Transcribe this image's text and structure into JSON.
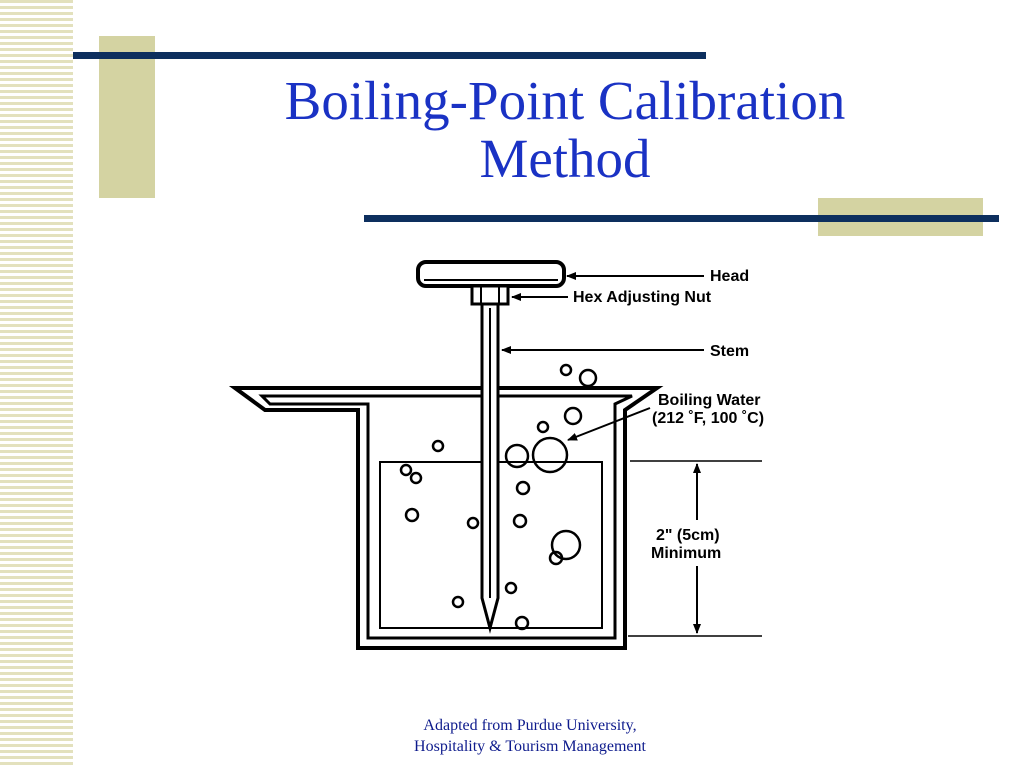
{
  "slide": {
    "title_line1": "Boiling-Point Calibration",
    "title_line2": "Method",
    "footer_line1": "Adapted from Purdue University,",
    "footer_line2": "Hospitality & Tourism Management"
  },
  "diagram": {
    "labels": {
      "head": "Head",
      "hex_nut": "Hex Adjusting Nut",
      "stem": "Stem",
      "boiling_water_line1": "Boiling Water",
      "boiling_water_line2": "(212 ˚F, 100 ˚C)",
      "depth_line1": "2\" (5cm)",
      "depth_line2": "Minimum"
    }
  },
  "colors": {
    "title": "#1a32c4",
    "rule": "#0d2f5e",
    "accent": "#d4d3a2",
    "footer": "#0d1a8c"
  }
}
